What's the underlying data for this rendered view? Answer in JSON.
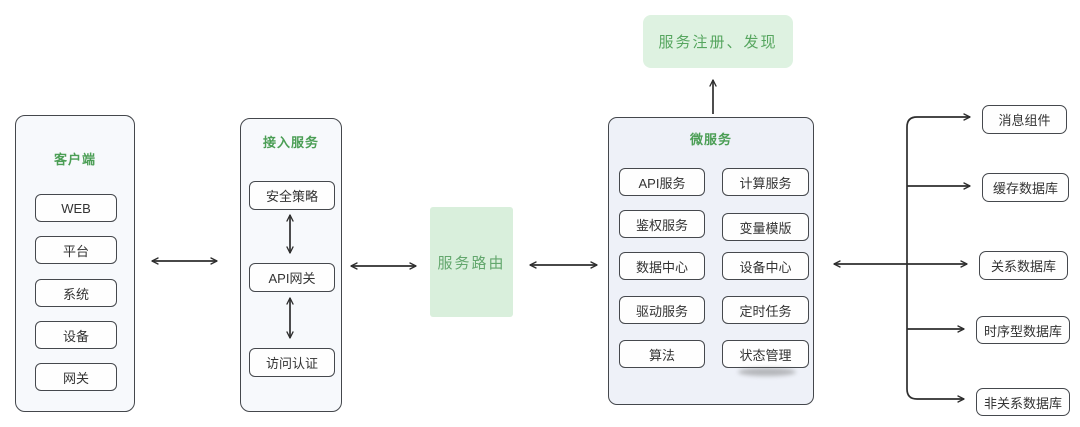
{
  "colors": {
    "accent_green_text": "#4b9e55",
    "green_box_fill": "#d9efdc",
    "panel_fill": "#f7f9fc",
    "micro_panel_fill": "#eef1f8",
    "node_border": "#45484d",
    "arrow": "#2e2e2e"
  },
  "panels": {
    "client": {
      "title": "客户端",
      "items": [
        "WEB",
        "平台",
        "系统",
        "设备",
        "网关"
      ]
    },
    "access": {
      "title": "接入服务",
      "items": [
        "安全策略",
        "API网关",
        "访问认证"
      ]
    },
    "routing": {
      "label": "服务路由"
    },
    "registry": {
      "label": "服务注册、发现"
    },
    "micro": {
      "title": "微服务",
      "left_items": [
        "API服务",
        "鉴权服务",
        "数据中心",
        "驱动服务",
        "算法"
      ],
      "right_items": [
        "计算服务",
        "变量模版",
        "设备中心",
        "定时任务",
        "状态管理"
      ]
    },
    "storage": {
      "items": [
        "消息组件",
        "缓存数据库",
        "关系数据库",
        "时序型数据库",
        "非关系数据库"
      ]
    }
  }
}
